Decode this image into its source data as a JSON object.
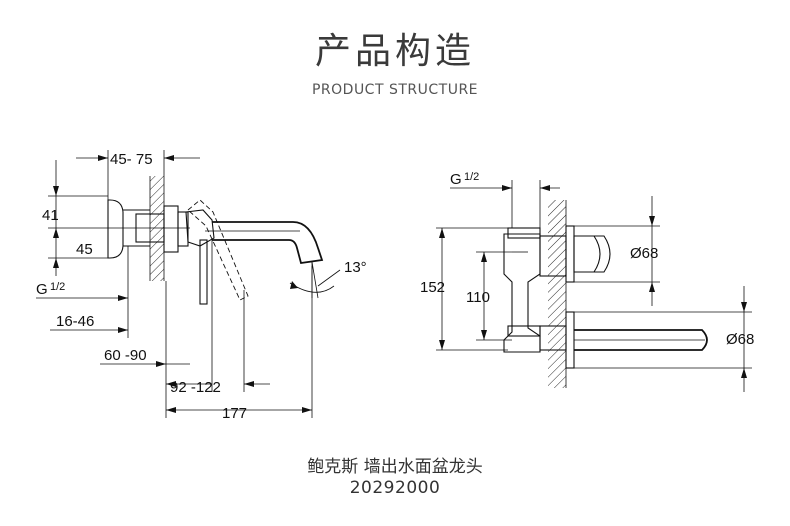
{
  "header": {
    "title": "产品构造",
    "subtitle": "PRODUCT STRUCTURE"
  },
  "left_view": {
    "dims": {
      "d45_75": "45- 75",
      "d41": "41",
      "d45": "45",
      "g_main": "G",
      "g_frac": "1/2",
      "d16_46": "16-46",
      "d60_90": "60 -90",
      "d92_122": "92 -122",
      "d177": "177",
      "angle": "13°"
    }
  },
  "right_view": {
    "dims": {
      "g_main": "G",
      "g_frac": "1/2",
      "d152": "152",
      "d110": "110",
      "dia68_top": "Ø68",
      "dia68_bottom": "Ø68"
    }
  },
  "footer": {
    "product_name": "鲍克斯 墙出水面盆龙头",
    "model_number": "20292000"
  }
}
